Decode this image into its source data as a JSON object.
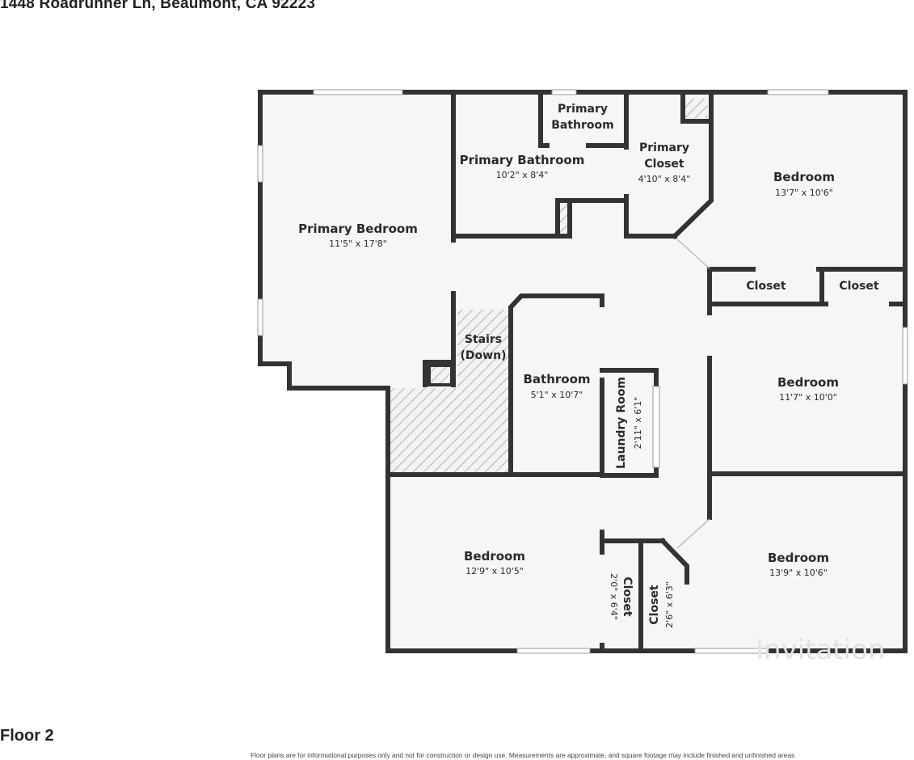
{
  "header": {
    "address": "1448 Roadrunner Ln, Beaumont, CA 92223"
  },
  "footer": {
    "floor": "Floor 2",
    "disclaimer": "Floor plans are for informational purposes only and not for construction or design use. Measurements are approximate, and square footage may include finished and unfinished areas"
  },
  "rooms": {
    "primary_bedroom": {
      "name": "Primary Bedroom",
      "dims": "11'5\" x 17'8\""
    },
    "primary_bathroom_small": {
      "name_line1": "Primary",
      "name_line2": "Bathroom"
    },
    "primary_bathroom": {
      "name": "Primary Bathroom",
      "dims": "10'2\" x 8'4\""
    },
    "primary_closet": {
      "name_line1": "Primary",
      "name_line2": "Closet",
      "dims": "4'10\" x 8'4\""
    },
    "bedroom_ne": {
      "name": "Bedroom",
      "dims": "13'7\" x 10'6\""
    },
    "closet_1": {
      "name": "Closet"
    },
    "closet_2": {
      "name": "Closet"
    },
    "stairs": {
      "name_line1": "Stairs",
      "name_line2": "(Down)"
    },
    "bathroom": {
      "name": "Bathroom",
      "dims": "5'1\" x 10'7\""
    },
    "laundry": {
      "name": "Laundry Room",
      "dims": "2'11\" x 6'1\""
    },
    "bedroom_e": {
      "name": "Bedroom",
      "dims": "11'7\" x 10'0\""
    },
    "bedroom_sw": {
      "name": "Bedroom",
      "dims": "12'9\" x 10'5\""
    },
    "closet_3": {
      "name": "Closet",
      "dims": "2'0\" x 6'4\""
    },
    "closet_4": {
      "name": "Closet",
      "dims": "2'6\" x 6'3\""
    },
    "bedroom_se": {
      "name": "Bedroom",
      "dims": "13'9\" x 10'6\""
    }
  },
  "watermark": "Invitation",
  "colors": {
    "wall": "#333333",
    "floor": "#f6f6f6",
    "window": "#ffffff"
  }
}
